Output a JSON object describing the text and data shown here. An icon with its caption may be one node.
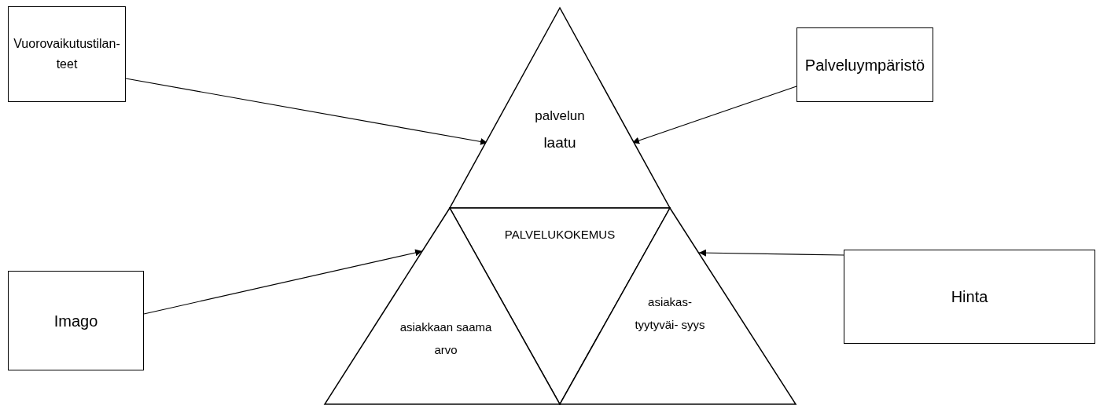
{
  "diagram": {
    "nodes": [
      {
        "text": [
          "Vuorovaikutustilan- teet"
        ]
      },
      {
        "text": [
          "Palveluympäristö"
        ]
      },
      {
        "text": [
          "Imago"
        ]
      },
      {
        "text": [
          "Hinta"
        ]
      },
      {
        "text": [
          "palvelun",
          "laatu"
        ]
      },
      {
        "text": [
          "PALVELUKOKEMUS"
        ]
      },
      {
        "text": [
          "asiakkaan saama arvo"
        ]
      },
      {
        "text": [
          "asiakas- tyytyväi- syys"
        ]
      }
    ],
    "edges": [
      {
        "from": 0,
        "to": 4,
        "arrow": "to"
      },
      {
        "from": 1,
        "to": 4,
        "arrow": "to"
      },
      {
        "from": 2,
        "to": 6,
        "arrow": "to"
      },
      {
        "from": 3,
        "to": 7,
        "arrow": "to"
      }
    ]
  }
}
